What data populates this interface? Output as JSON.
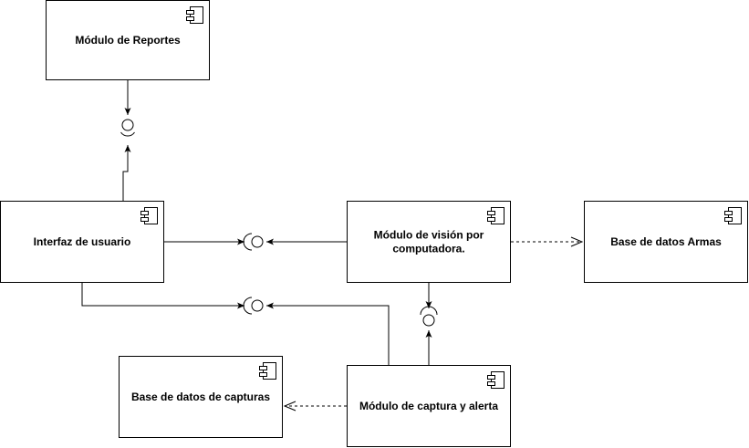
{
  "components": {
    "reportes": {
      "label": [
        "Módulo de Reportes"
      ],
      "icon": "component-icon"
    },
    "interfaz": {
      "label": [
        "Interfaz de usuario"
      ],
      "icon": "component-icon"
    },
    "vision": {
      "label": [
        "Módulo de visión por",
        "computadora."
      ],
      "icon": "component-icon"
    },
    "armas": {
      "label": [
        "Base de datos Armas"
      ],
      "icon": "component-icon"
    },
    "capturas": {
      "label": [
        "Base de datos de capturas"
      ],
      "icon": "component-icon"
    },
    "captura_alerta": {
      "label": [
        "Módulo de captura y alerta"
      ],
      "icon": "component-icon"
    }
  },
  "colors": {
    "stroke": "#000000",
    "fill": "#ffffff"
  }
}
